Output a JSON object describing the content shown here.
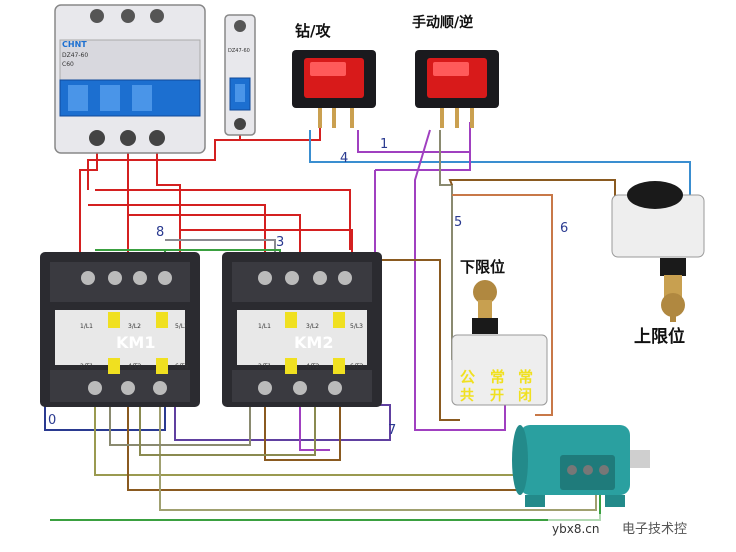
{
  "labels": {
    "drill_tap_switch": "钻/攻",
    "manual_fwd_rev_switch": "手动顺/逆",
    "lower_limit": "下限位",
    "upper_limit": "上限位",
    "km1": "KM1",
    "km2": "KM2",
    "gong": "公",
    "chang_kai_1": "常",
    "chang_bi_1": "常",
    "gong2": "共",
    "kai": "开",
    "bi": "闭"
  },
  "wire_numbers": {
    "w0": "0",
    "w1": "1",
    "w3": "3",
    "w4": "4",
    "w5": "5",
    "w6": "6",
    "w7": "7",
    "w8": "8"
  },
  "breaker": {
    "brand": "CHNT",
    "model_main": "DZ47-60",
    "rating_main": "C60",
    "model_small": "DZ47-60"
  },
  "terminals_top": [
    "1/L1",
    "3/L2",
    "5/L3"
  ],
  "terminals_bottom": [
    "2/T1",
    "4/T2",
    "6/T3"
  ],
  "watermark": {
    "site": "ybx8.cn",
    "text": "电子技术控"
  },
  "colors": {
    "red_wire": "#d42020",
    "blue_wire": "#3a8ed0",
    "purple_wire": "#a040c0",
    "brown_wire": "#8a5a20",
    "green_wire": "#3aa040",
    "gray_wire": "#8a8a70",
    "navy_wire": "#2a3a90",
    "orange_wire": "#e08040",
    "contactor_body": "#2b2b30",
    "motor_body": "#2aa0a0"
  }
}
